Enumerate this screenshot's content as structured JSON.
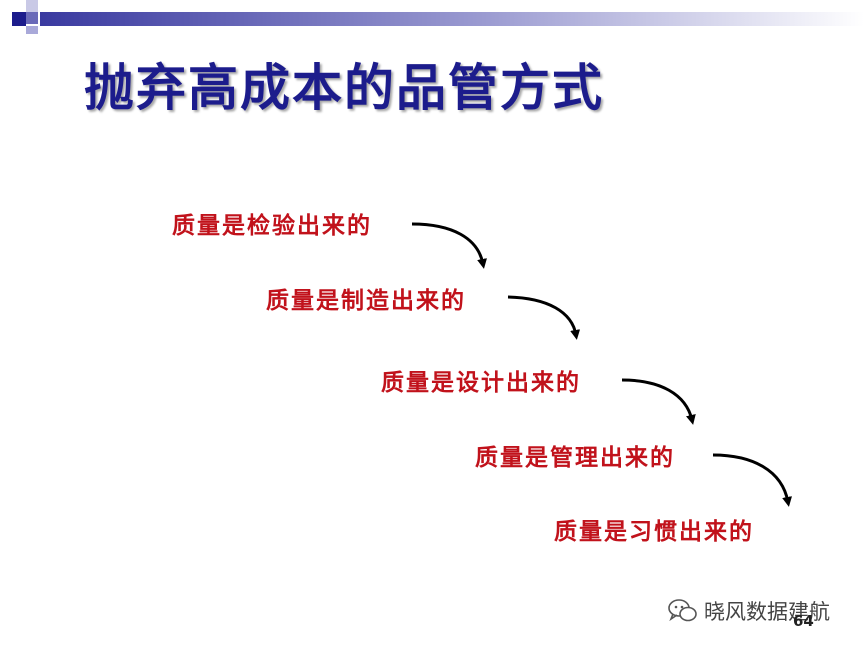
{
  "slide": {
    "title": "抛弃高成本的品管方式",
    "steps": [
      "质量是检验出来的",
      "质量是制造出来的",
      "质量是设计出来的",
      "质量是管理出来的",
      "质量是习惯出来的"
    ],
    "page_number": "64",
    "watermark": "晓风数据建航"
  },
  "colors": {
    "title": "#1c1c8c",
    "step_text": "#c1121b",
    "arrow": "#000000",
    "header_dark": "#1c1c8c",
    "header_light": "#c9c9e6"
  },
  "icons": {
    "arrows": "curved-arrow-icon",
    "watermark": "wechat-icon"
  }
}
